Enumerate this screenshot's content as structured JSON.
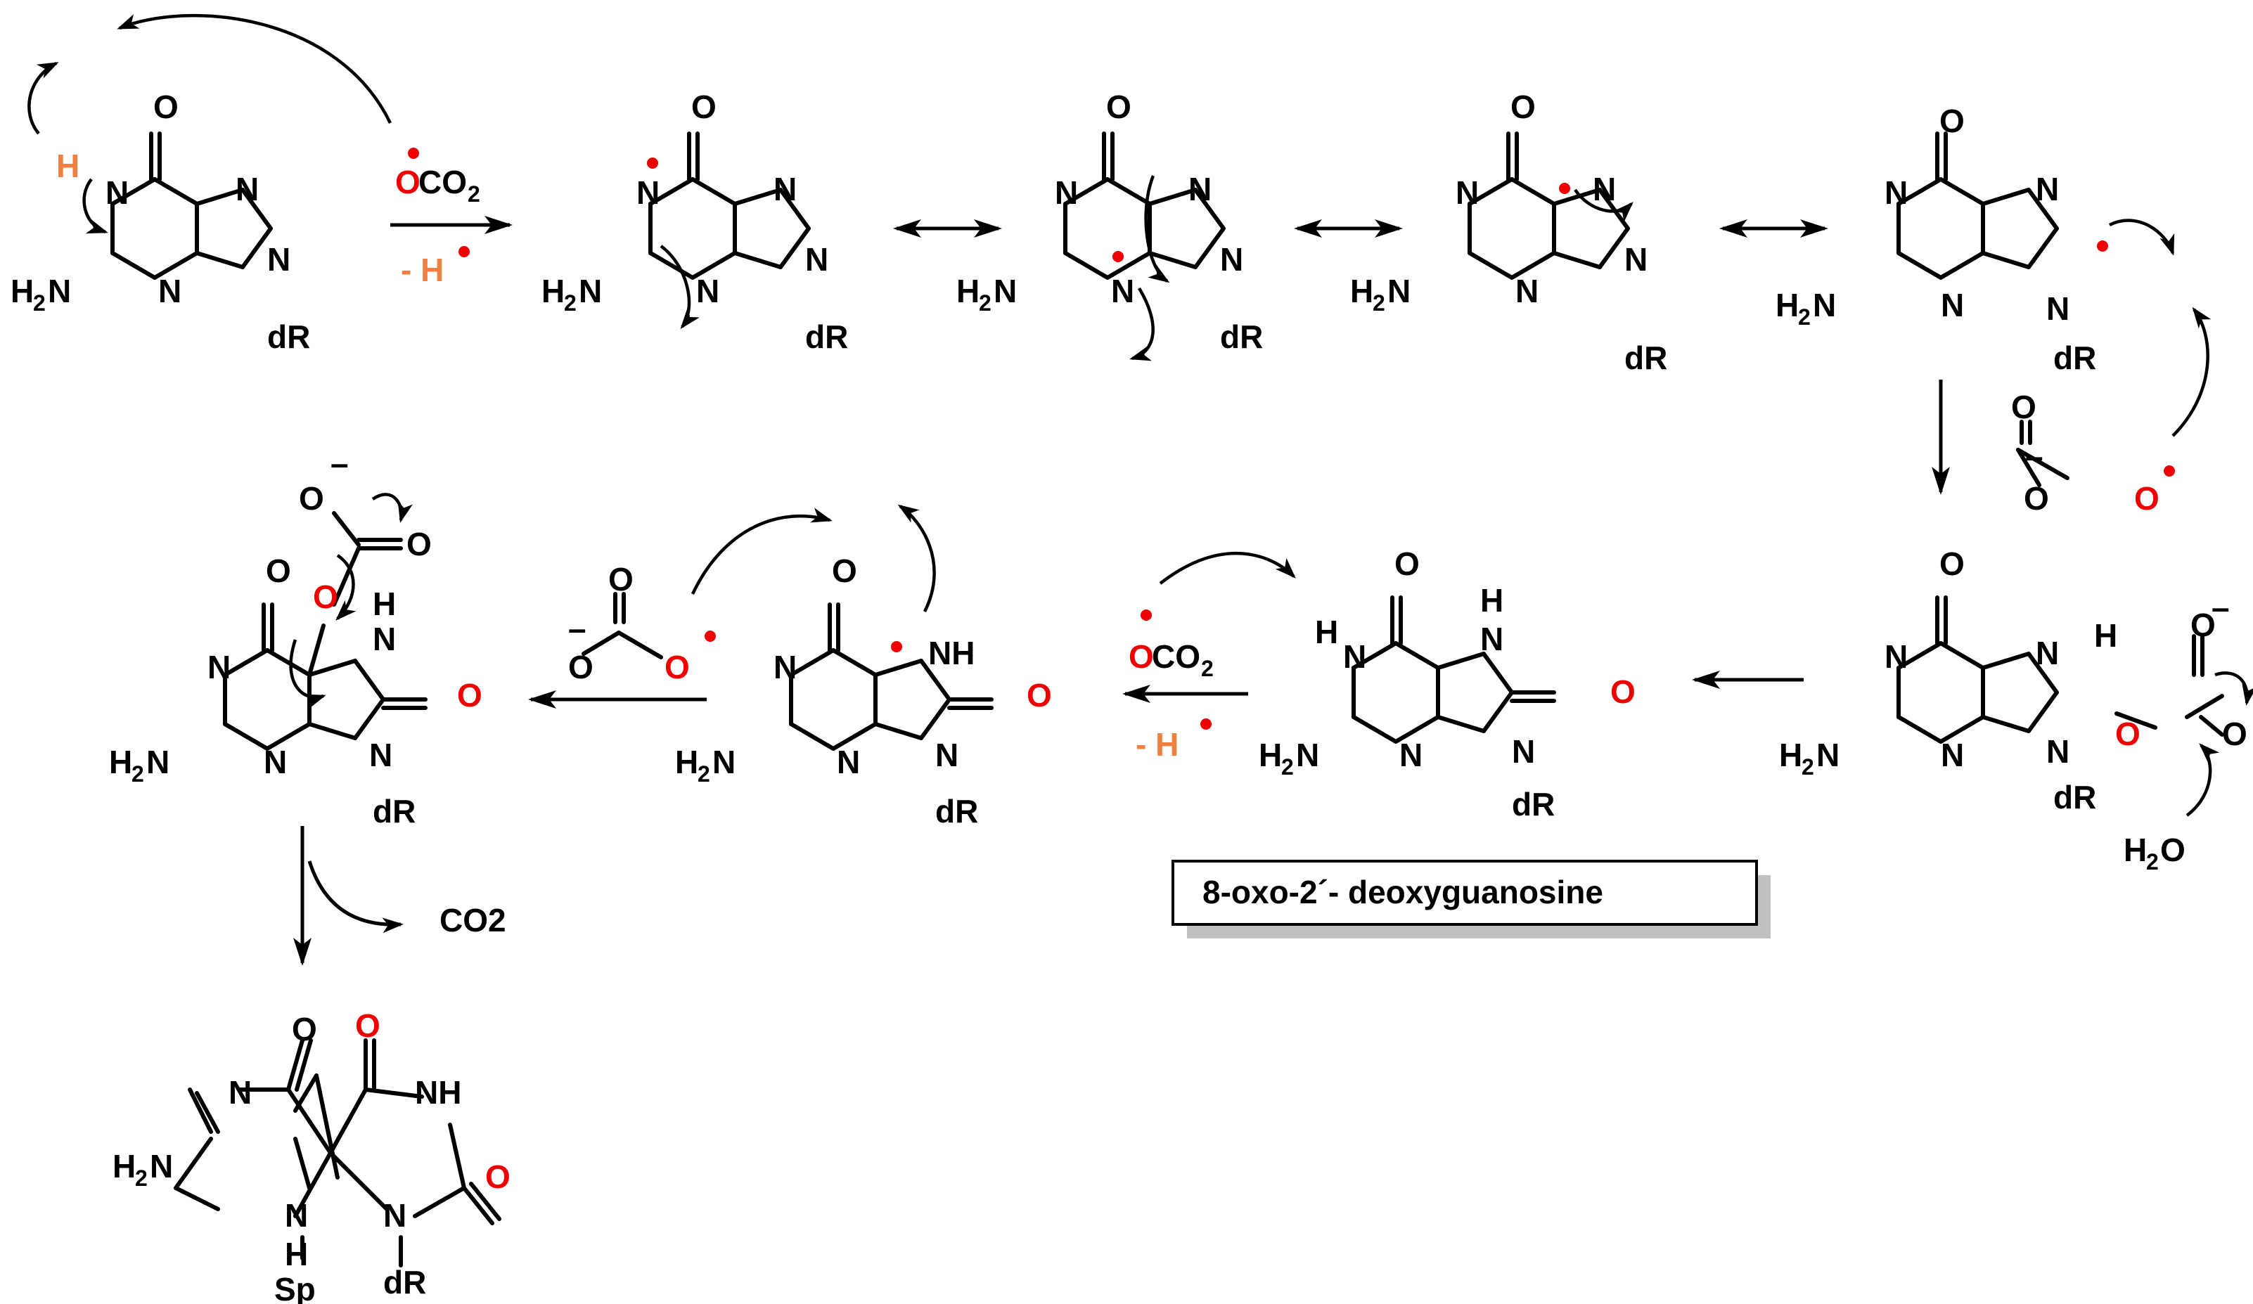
{
  "reagents": {
    "radical_top": "OCO",
    "sub2": "2",
    "minus_h": "- H",
    "radical_bottom": "OCO",
    "minus_h_bottom": "- H"
  },
  "atoms": {
    "O": "O",
    "N": "N",
    "NH": "NH",
    "H": "H",
    "H2N_H": "H",
    "H2N_N": "N",
    "two": "2",
    "dR": "dR",
    "minus": "–",
    "H2O_H": "H",
    "H2O_O": "O"
  },
  "labels": {
    "product_box": "8-oxo-2´- deoxyguanosine",
    "co2": "CO2",
    "sp": "Sp"
  },
  "colors": {
    "radical": "#ee0000",
    "proton": "#f08040",
    "box_shadow": "#c0c0c0"
  }
}
